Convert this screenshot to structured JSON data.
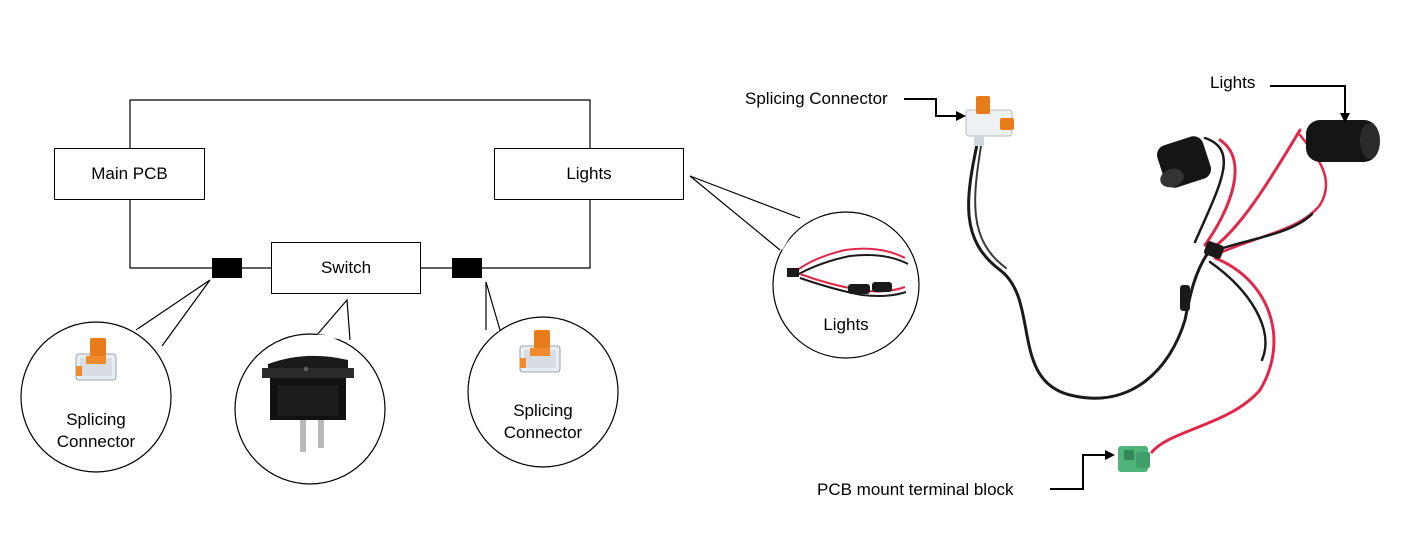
{
  "schematic": {
    "main_pcb": "Main PCB",
    "switch": "Switch",
    "lights": "Lights"
  },
  "callouts": {
    "splicing_connector_left": [
      "Splicing",
      "Connector"
    ],
    "splicing_connector_right": [
      "Splicing",
      "Connector"
    ],
    "lights": "Lights"
  },
  "photo_labels": {
    "splicing_connector": "Splicing Connector",
    "lights": "Lights",
    "terminal_block": "PCB mount terminal block"
  },
  "colors": {
    "wire_black": "#1a1a1a",
    "wire_red": "#e0284a",
    "connector_orange": "#e87b1a",
    "terminal_green": "#4fb37a"
  }
}
